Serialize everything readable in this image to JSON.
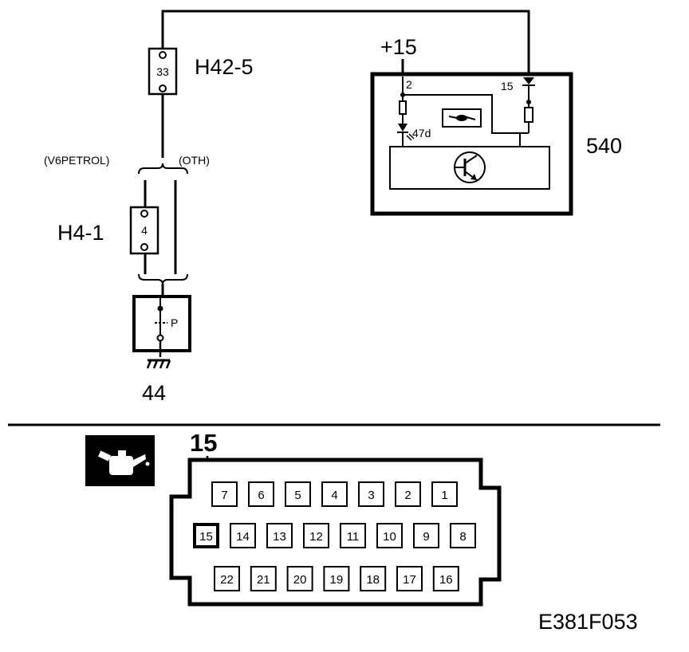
{
  "diagram": {
    "id": "E381F053",
    "supply_label": "+15",
    "connectors": {
      "h42": {
        "name": "H42-5",
        "pin": "33"
      },
      "h4": {
        "name": "H4-1",
        "pin": "4"
      }
    },
    "variants": {
      "left": "(V6PETROL)",
      "right": "(OTH)"
    },
    "sensor": {
      "number": "44",
      "symbol": "P"
    },
    "module": {
      "number": "540",
      "pin_supply": "2",
      "pin_signal": "15",
      "led_label": "47d"
    },
    "connector_view": {
      "highlight_pin": "15",
      "row1": [
        "7",
        "6",
        "5",
        "4",
        "3",
        "2",
        "1"
      ],
      "row2": [
        "15",
        "14",
        "13",
        "12",
        "11",
        "10",
        "9",
        "8"
      ],
      "row3": [
        "22",
        "21",
        "20",
        "19",
        "18",
        "17",
        "16"
      ]
    }
  }
}
